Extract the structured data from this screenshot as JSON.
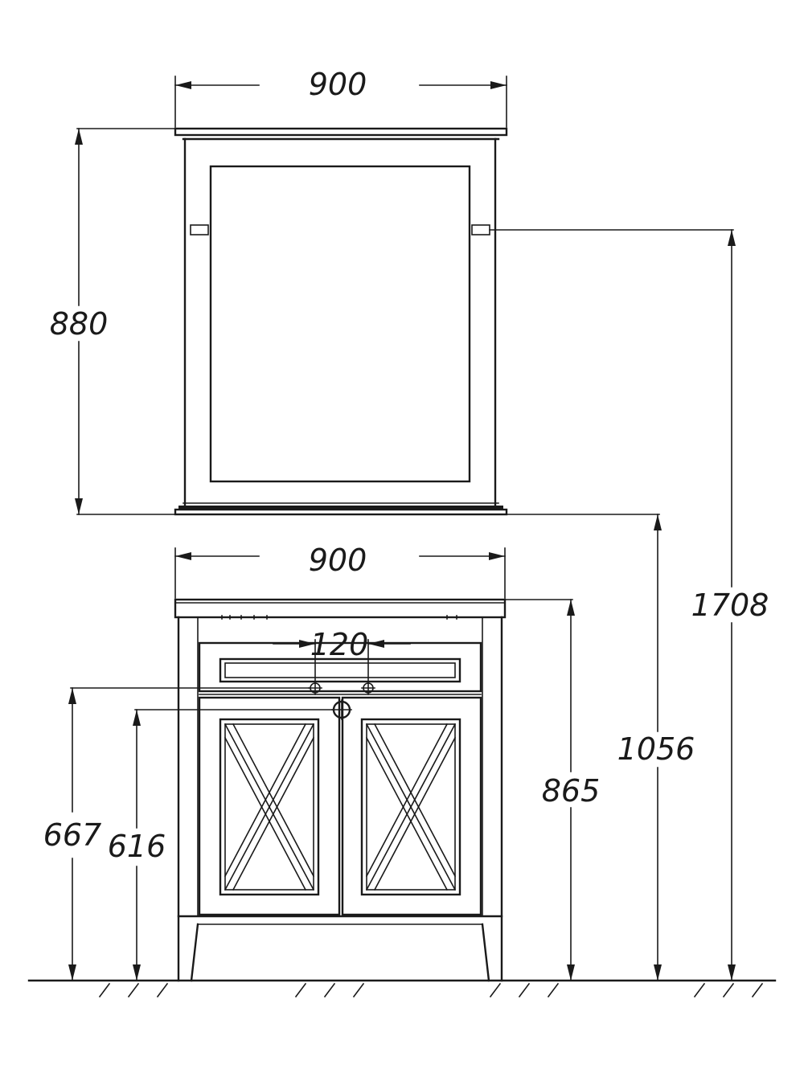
{
  "dimensions": {
    "mirror_width": "900",
    "mirror_height": "880",
    "total_height": "1708",
    "cabinet_width": "900",
    "sink_height": "1056",
    "cabinet_height": "865",
    "tap_spacing": "120",
    "water_inlet_height": "667",
    "drain_height": "616"
  },
  "colors": {
    "line": "#1a1a1a",
    "background": "#ffffff"
  }
}
